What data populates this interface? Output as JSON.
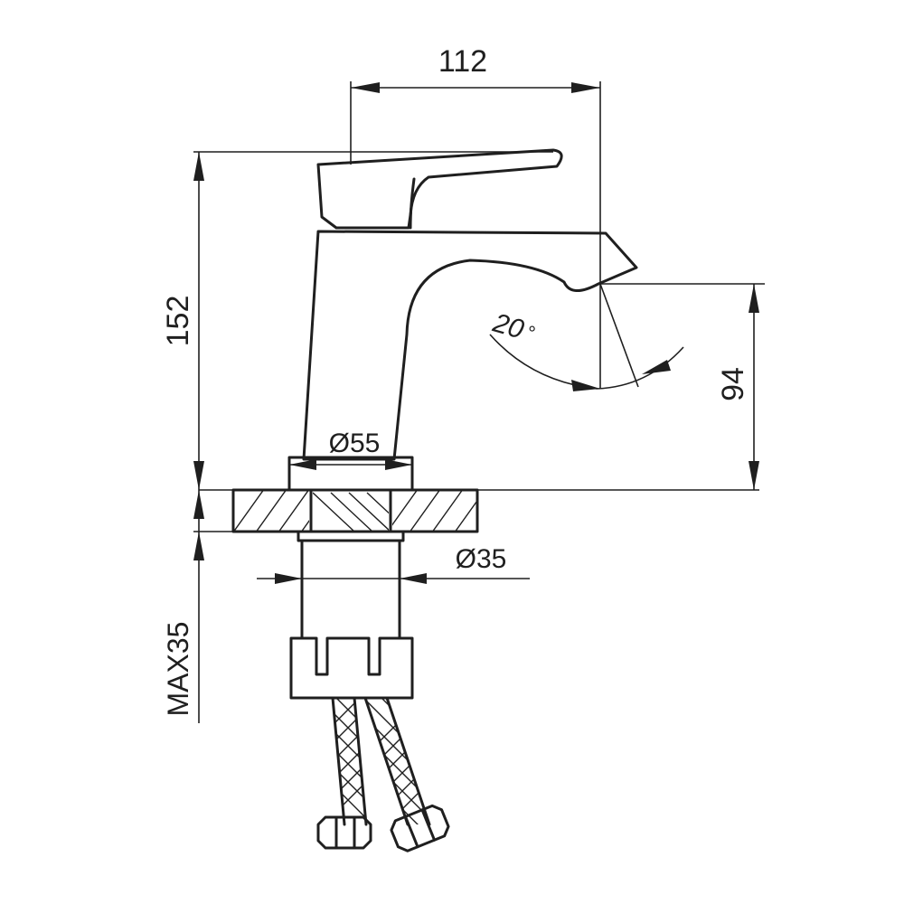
{
  "dimensions": {
    "width_top": "112",
    "height_total": "152",
    "spout_height": "94",
    "base_diameter": "Ø55",
    "shank_diameter": "Ø35",
    "max_thickness": "MAX35",
    "angle": "20",
    "angle_unit": "°"
  },
  "colors": {
    "ink": "#1f1f1f",
    "background": "#ffffff"
  }
}
